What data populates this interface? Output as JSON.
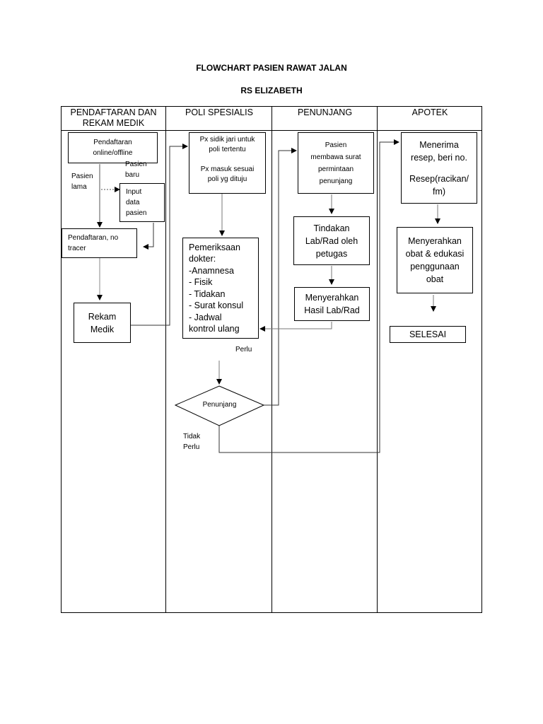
{
  "title": "FLOWCHART PASIEN RAWAT JALAN",
  "subtitle": "RS ELIZABETH",
  "lanes": [
    {
      "label_line1": "PENDAFTARAN DAN",
      "label_line2": "REKAM MEDIK"
    },
    {
      "label_line1": "POLI SPESIALIS",
      "label_line2": ""
    },
    {
      "label_line1": "PENUNJANG",
      "label_line2": ""
    },
    {
      "label_line1": "APOTEK",
      "label_line2": ""
    }
  ],
  "nodes": {
    "pendaftaran": {
      "lines": [
        "Pendaftaran",
        "online/offline"
      ]
    },
    "input_data": {
      "lines": [
        "Input",
        "data",
        "pasien"
      ]
    },
    "pendaftaran_tracer": {
      "lines": [
        "Pendaftaran, no",
        "tracer"
      ]
    },
    "rekam_medik": {
      "lines": [
        "Rekam",
        "Medik"
      ]
    },
    "px_sidik": {
      "lines": [
        "Px sidik jari untuk",
        "poli tertentu",
        "",
        "Px masuk sesuai",
        "poli yg dituju"
      ]
    },
    "pemeriksaan": {
      "lines": [
        "Pemeriksaan",
        "dokter:",
        "-Anamnesa",
        "- Fisik",
        "- Tidakan",
        "- Surat konsul",
        "- Jadwal",
        "kontrol ulang"
      ]
    },
    "penunjang_decision": {
      "label": "Penunjang"
    },
    "pasien_membawa": {
      "lines": [
        "Pasien",
        "membawa surat",
        "permintaan",
        "penunjang"
      ]
    },
    "tindakan_lab": {
      "lines": [
        "Tindakan",
        "Lab/Rad oleh",
        "petugas"
      ]
    },
    "menyerahkan_hasil": {
      "lines": [
        "Menyerahkan",
        "Hasil Lab/Rad"
      ]
    },
    "menerima_resep": {
      "lines": [
        "Menerima",
        "resep, beri no.",
        "",
        "Resep(racikan/",
        "fm)"
      ]
    },
    "menyerahkan_obat": {
      "lines": [
        "Menyerahkan",
        "obat & edukasi",
        "penggunaan",
        "obat"
      ]
    },
    "selesai": {
      "lines": [
        "SELESAI"
      ]
    }
  },
  "edge_labels": {
    "pasien_baru": [
      "Pasien",
      "baru"
    ],
    "pasien_lama": [
      "Pasien",
      "lama"
    ],
    "perlu": "Perlu",
    "tidak_perlu": [
      "Tidak",
      "Perlu"
    ]
  }
}
